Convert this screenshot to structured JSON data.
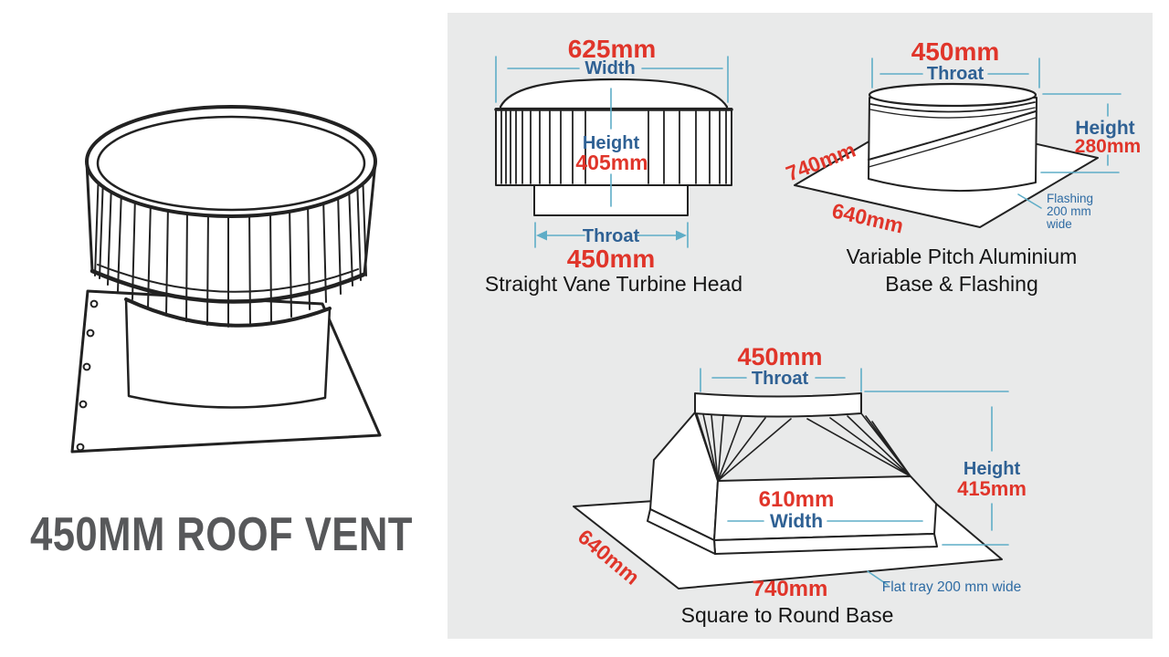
{
  "title": "450MM ROOF VENT",
  "colors": {
    "value_red": "#e0352a",
    "label_blue": "#2f6194",
    "note_blue": "#2e6ba3",
    "dim_line_cyan": "#5fadc7",
    "panel_gray": "#e9eaea",
    "line_art_ink": "#222222",
    "title_gray": "#57585a"
  },
  "diagrams": {
    "turbine_head": {
      "caption": "Straight Vane Turbine Head",
      "width_value": "625mm",
      "width_label": "Width",
      "height_label": "Height",
      "height_value": "405mm",
      "throat_label": "Throat",
      "throat_value": "450mm"
    },
    "base_flashing": {
      "caption_line1": "Variable Pitch Aluminium",
      "caption_line2": "Base & Flashing",
      "throat_value": "450mm",
      "throat_label": "Throat",
      "height_label": "Height",
      "height_value": "280mm",
      "edge_left_value": "740mm",
      "edge_bottom_value": "640mm",
      "flashing_note_line1": "Flashing",
      "flashing_note_line2": "200 mm",
      "flashing_note_line3": "wide"
    },
    "square_to_round": {
      "caption": "Square to Round Base",
      "throat_value": "450mm",
      "throat_label": "Throat",
      "height_label": "Height",
      "height_value": "415mm",
      "width_value": "610mm",
      "width_label": "Width",
      "edge_left_value": "640mm",
      "edge_bottom_value": "740mm",
      "tray_note": "Flat tray 200 mm wide"
    }
  }
}
